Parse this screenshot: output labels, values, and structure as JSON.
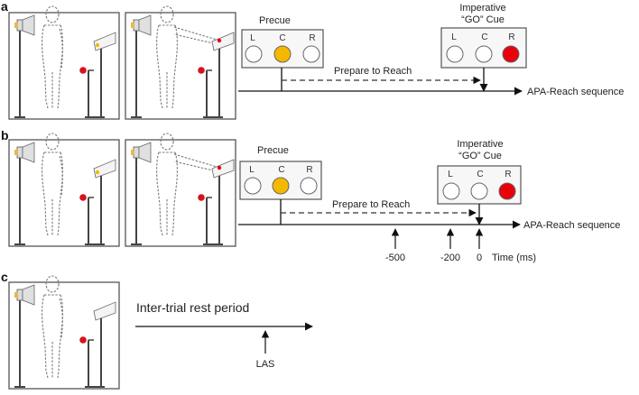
{
  "panels": {
    "a": {
      "letter": "a",
      "precue_title": "Precue",
      "precue_letters": [
        "L",
        "C",
        "R"
      ],
      "imperative_line1": "Imperative",
      "imperative_line2": "“GO” Cue",
      "imperative_letters": [
        "L",
        "C",
        "R"
      ],
      "prepare_label": "Prepare to Reach",
      "sequence_label": "APA-Reach sequence"
    },
    "b": {
      "letter": "b",
      "precue_title": "Precue",
      "precue_letters": [
        "L",
        "C",
        "R"
      ],
      "imperative_line1": "Imperative",
      "imperative_line2": "“GO” Cue",
      "imperative_letters": [
        "L",
        "C",
        "R"
      ],
      "prepare_label": "Prepare to Reach",
      "sequence_label": "APA-Reach sequence",
      "ticks": [
        "-500",
        "-200",
        "0"
      ],
      "time_label": "Time (ms)"
    },
    "c": {
      "letter": "c",
      "rest_label": "Inter-trial rest period",
      "las_label": "LAS"
    }
  },
  "colors": {
    "precue_active": "#f5b800",
    "go_active": "#e8000b",
    "target_dot": "#d8121b",
    "speaker": "#e8b84a",
    "outline": "#444444"
  }
}
